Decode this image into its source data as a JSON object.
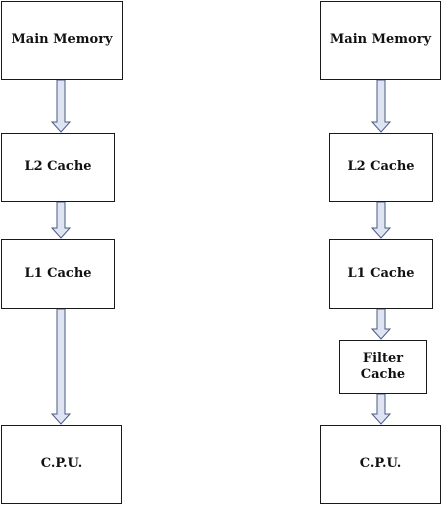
{
  "left_hierarchy": {
    "main_memory": "Main Memory",
    "l2_cache": "L2 Cache",
    "l1_cache": "L1 Cache",
    "cpu": "C.P.U."
  },
  "right_hierarchy": {
    "main_memory": "Main Memory",
    "l2_cache": "L2 Cache",
    "l1_cache": "L1 Cache",
    "filter_cache": "Filter Cache",
    "cpu": "C.P.U."
  },
  "colors": {
    "arrow_fill": "#dfe4f2",
    "arrow_stroke": "#4a5a85",
    "box_border": "#1a1a1a"
  }
}
